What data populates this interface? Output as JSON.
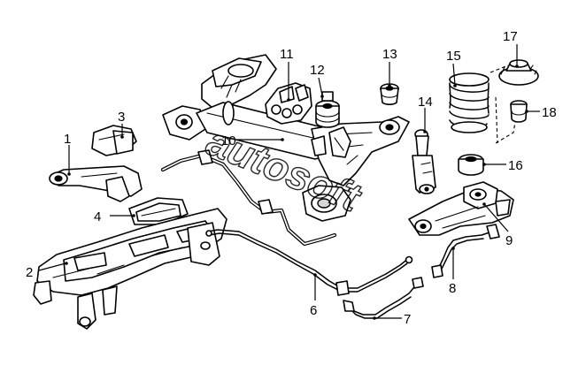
{
  "watermark": "autosoft",
  "callouts": [
    {
      "id": "1",
      "label": "1"
    },
    {
      "id": "2",
      "label": "2"
    },
    {
      "id": "3",
      "label": "3"
    },
    {
      "id": "4",
      "label": "4"
    },
    {
      "id": "6",
      "label": "6"
    },
    {
      "id": "7",
      "label": "7"
    },
    {
      "id": "8",
      "label": "8"
    },
    {
      "id": "9",
      "label": "9"
    },
    {
      "id": "10",
      "label": "10"
    },
    {
      "id": "11",
      "label": "11"
    },
    {
      "id": "12",
      "label": "12"
    },
    {
      "id": "13",
      "label": "13"
    },
    {
      "id": "14",
      "label": "14"
    },
    {
      "id": "15",
      "label": "15"
    },
    {
      "id": "16",
      "label": "16"
    },
    {
      "id": "17",
      "label": "17"
    },
    {
      "id": "18",
      "label": "18"
    }
  ]
}
